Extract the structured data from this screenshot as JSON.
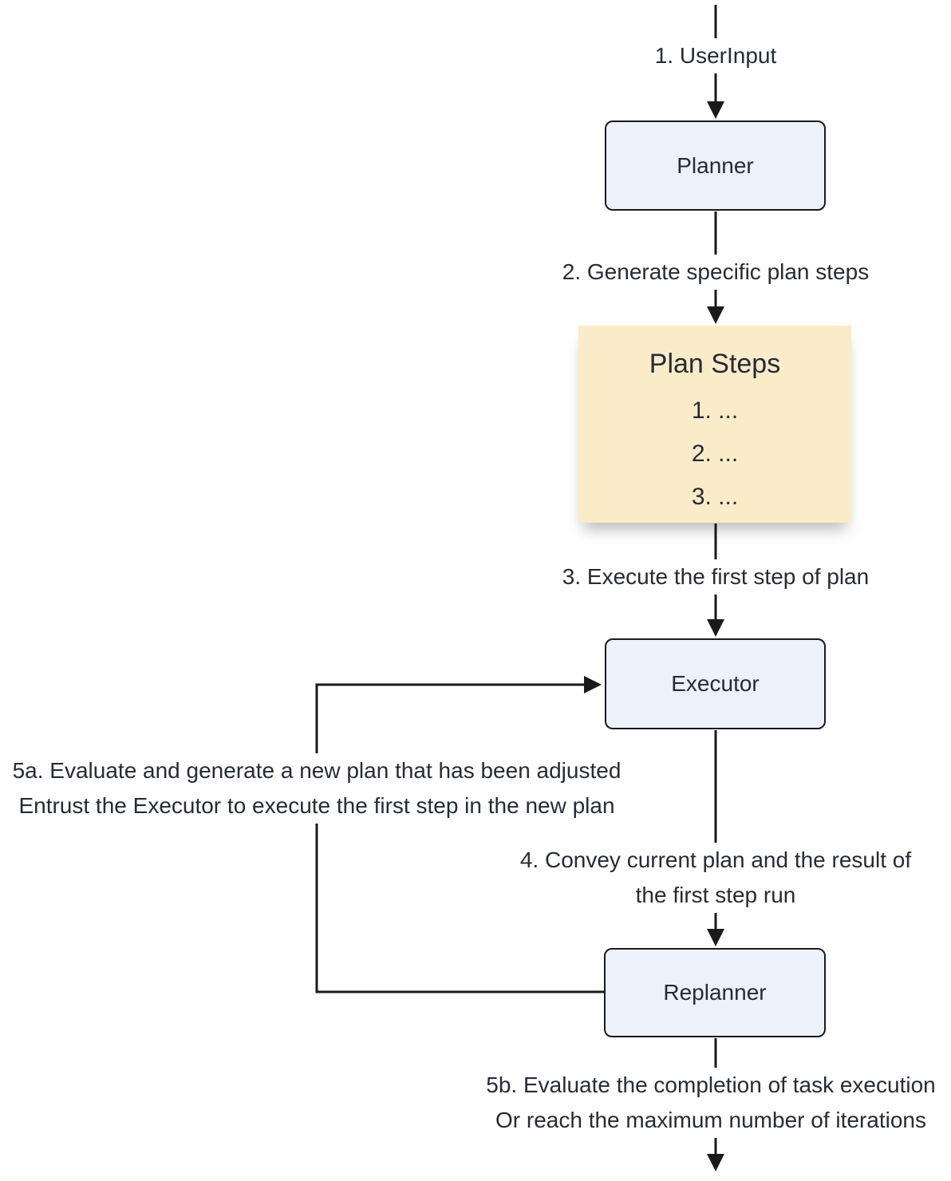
{
  "diagram": {
    "nodes": {
      "planner": "Planner",
      "executor": "Executor",
      "replanner": "Replanner",
      "plan_steps": {
        "title": "Plan Steps",
        "items": [
          "1. ...",
          "2. ...",
          "3. ..."
        ]
      }
    },
    "labels": {
      "step1": "1. UserInput",
      "step2": "2. Generate specific plan steps",
      "step3": "3. Execute the first step of plan",
      "step4": [
        "4. Convey current plan and the result of",
        "the first step run"
      ],
      "step5a": [
        "5a. Evaluate and generate a new plan that has been adjusted",
        "Entrust the Executor to execute the first step in the new plan"
      ],
      "step5b": [
        "5b. Evaluate the completion of task execution",
        "Or reach the maximum number of iterations"
      ]
    },
    "colors": {
      "node_fill": "#EDF1FB",
      "node_border": "#1A1A1A",
      "plan_steps_fill": "#FAECC8",
      "arrow": "#1A1A1A",
      "text": "#262B36"
    }
  }
}
